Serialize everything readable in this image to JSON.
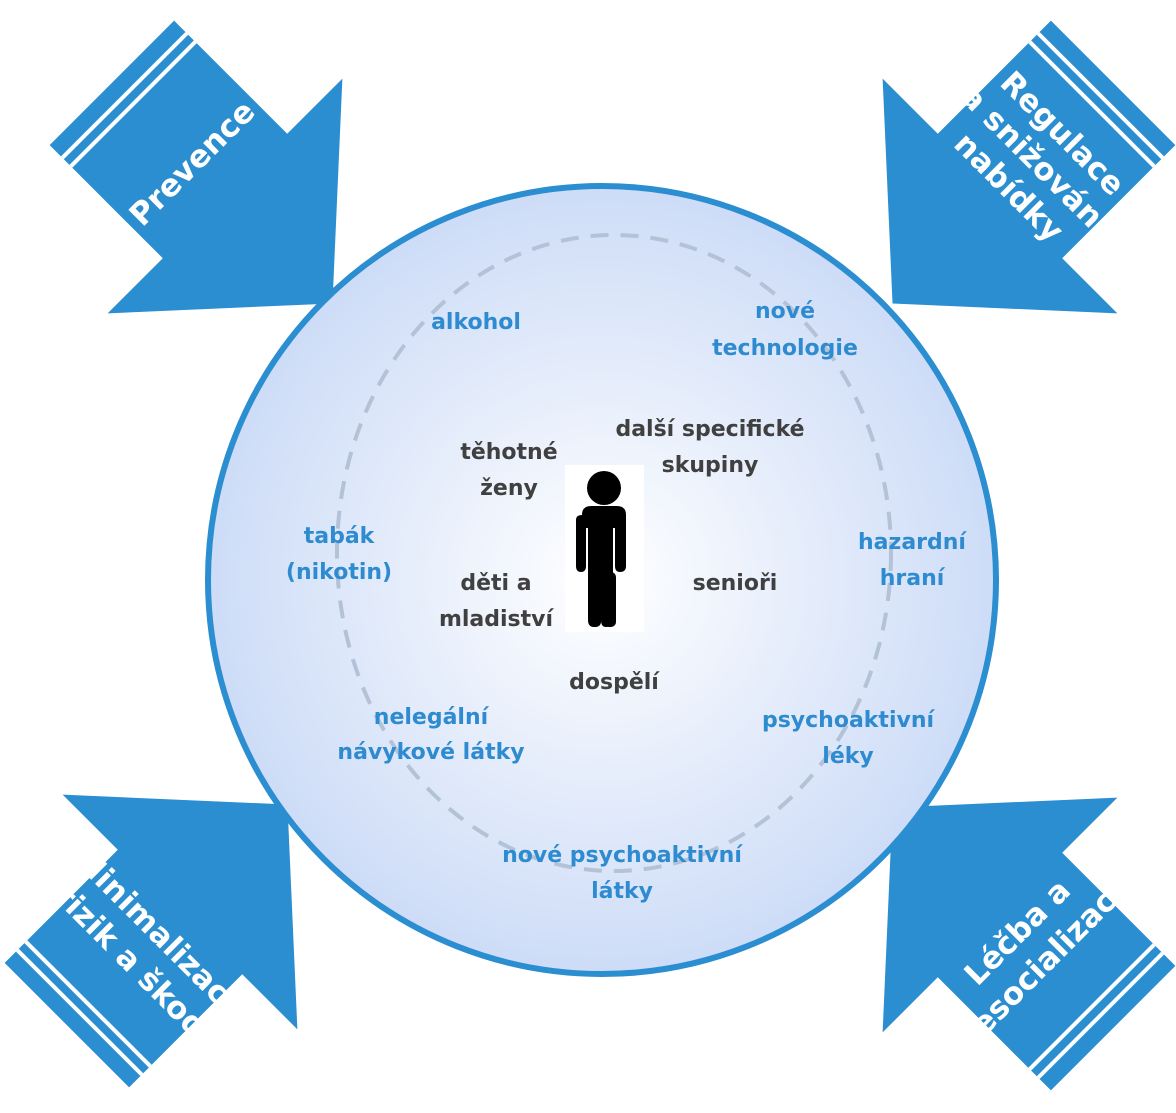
{
  "colors": {
    "arrow_fill": "#2a8ed1",
    "circle_border": "#2a8ed1",
    "circle_center": "#ffffff",
    "circle_edge": "#cddcf7",
    "dashed_ring": "#b3c2d6",
    "blue_text": "#2e8bd0",
    "dark_text": "#404040",
    "figure": "#000000"
  },
  "icons": {
    "person": "person-icon"
  },
  "arrows": {
    "prevention": {
      "lines": [
        "Prevence"
      ]
    },
    "supply": {
      "lines": [
        "Regulace",
        "a snižování",
        "nabídky"
      ]
    },
    "harm": {
      "lines": [
        "Minimalizace",
        "rizik a škod"
      ]
    },
    "treatment": {
      "lines": [
        "Léčba a",
        "resocializace"
      ]
    }
  },
  "substances": {
    "alcohol": [
      "alkohol"
    ],
    "technologies": [
      "nové",
      "technologie"
    ],
    "tobacco": [
      "tabák",
      "(nikotin)"
    ],
    "gambling": [
      "hazardní",
      "hraní"
    ],
    "illegal": [
      "nelegální",
      "návykové látky"
    ],
    "meds": [
      "psychoaktivní",
      "léky"
    ],
    "nps": [
      "nové psychoaktivní",
      "látky"
    ]
  },
  "groups": {
    "pregnant": [
      "těhotné",
      "ženy"
    ],
    "specific": [
      "další specifické",
      "skupiny"
    ],
    "youth": [
      "děti a",
      "mladiství"
    ],
    "seniors": [
      "senioři"
    ],
    "adults": [
      "dospělí"
    ]
  }
}
